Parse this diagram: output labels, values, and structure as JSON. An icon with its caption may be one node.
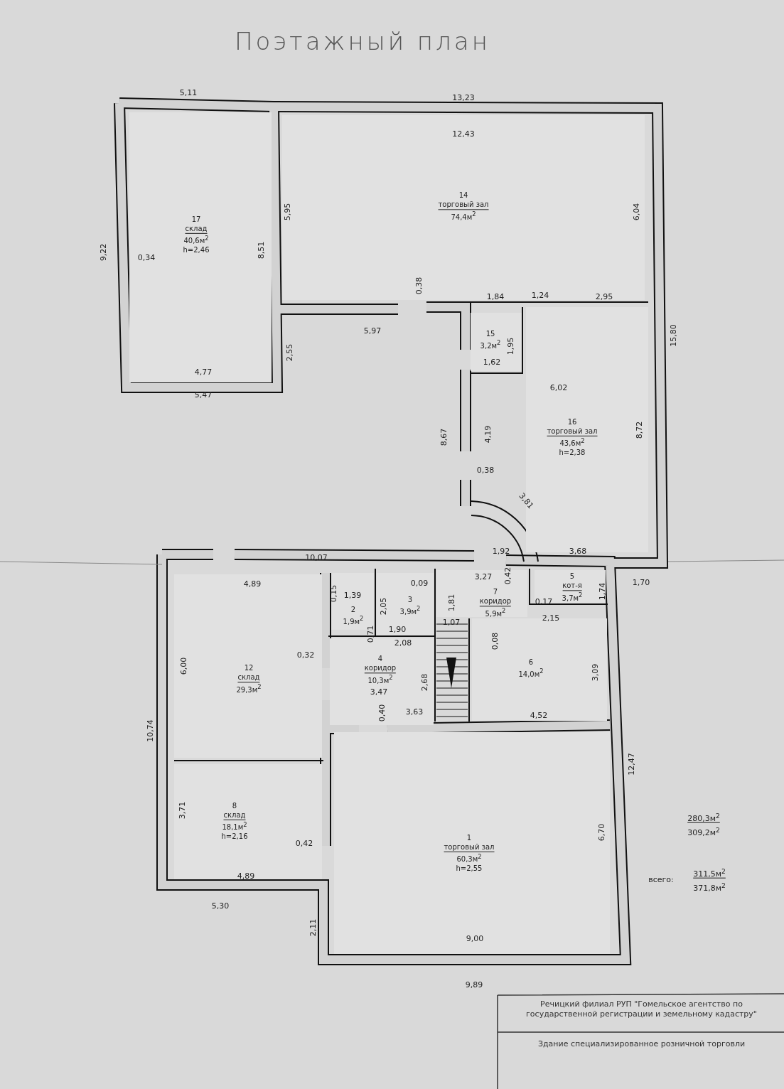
{
  "diagram": {
    "title": "Поэтажный план",
    "nodes": [
      {
        "text": [
          "17",
          "склад",
          "40,6м$^{2}$",
          "h=2,46"
        ]
      },
      {
        "text": [
          "14",
          "торговый зал",
          "74,4м$^{2}$"
        ]
      },
      {
        "text": [
          "15",
          "3,2м$^{2}$"
        ]
      },
      {
        "text": [
          "16",
          "торговый зал",
          "43,6м$^{2}$",
          "h=2,38"
        ]
      },
      {
        "text": [
          "2",
          "1,9м$^{2}$"
        ]
      },
      {
        "text": [
          "3",
          "3,9м$^{2}$"
        ]
      },
      {
        "text": [
          "7",
          "коридор",
          "5,9м$^{2}$"
        ]
      },
      {
        "text": [
          "5",
          "кот-я",
          "3,7м$^{2}$"
        ]
      },
      {
        "text": [
          "12",
          "склад",
          "29,3м$^{2}$"
        ]
      },
      {
        "text": [
          "4",
          "коридор",
          "10,3м$^{2}$"
        ]
      },
      {
        "text": [
          "6",
          "14,0м$^{2}$"
        ]
      },
      {
        "text": [
          "8",
          "склад",
          "18,1м$^{2}$",
          "h=2,16"
        ]
      },
      {
        "text": [
          "1",
          "торговый зал",
          "60,3м$^{2}$",
          "h=2,55"
        ]
      }
    ],
    "labels": [
      "5,11",
      "13,23",
      "12,43",
      "5,95",
      "6,04",
      "9,22",
      "0,34",
      "8,51",
      "0,38",
      "1,84",
      "1,24",
      "2,95",
      "5,97",
      "1,95",
      "1,62",
      "2,55",
      "4,77",
      "5,47",
      "15,80",
      "6,02",
      "8,67",
      "4,19",
      "8,72",
      "0,38",
      "3,81",
      "10,07",
      "1,92",
      "3,68",
      "4,89",
      "3,27",
      "0,42",
      "0,09",
      "1,81",
      "0,17",
      "1,74",
      "1,70",
      "0,15",
      "1,39",
      "2,05",
      "0,71",
      "1,90",
      "1,07",
      "2,15",
      "0,08",
      "2,08",
      "0,32",
      "6,00",
      "3,47",
      "2,68",
      "3,09",
      "0,40",
      "3,63",
      "4,52",
      "10,74",
      "12,47",
      "3,71",
      "0,42",
      "4,89",
      "6,70",
      "5,30",
      "2,11",
      "9,00",
      "9,89",
      "280,3м$^{2}$",
      "309,2м$^{2}$",
      "всего:",
      "311,5м$^{2}$",
      "371,8м$^{2}$",
      "Речицкий филиал РУП \"Гомельское агентство по государственной регистрации и земельному кадастру\"",
      "Здание специализированное розничной торговли"
    ]
  }
}
